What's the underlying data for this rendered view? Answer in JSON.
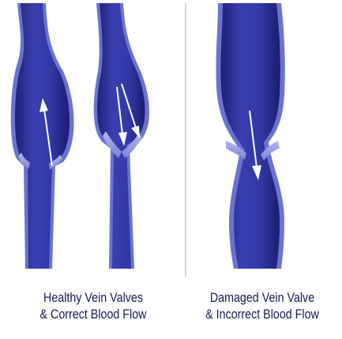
{
  "colors": {
    "vein_outer": "#5b63c4",
    "vein_inner": "#2b2f9b",
    "vein_dark": "#1d1f7a",
    "valve": "#8f95dd",
    "arrow": "#ffffff",
    "divider": "#aab3e6",
    "caption": "#151a55"
  },
  "panels": {
    "healthy": {
      "line1": "Healthy Vein Valves",
      "line2": "& Correct Blood Flow"
    },
    "damaged": {
      "line1": "Damaged Vein Valve",
      "line2": "& Incorrect Blood Flow"
    }
  }
}
